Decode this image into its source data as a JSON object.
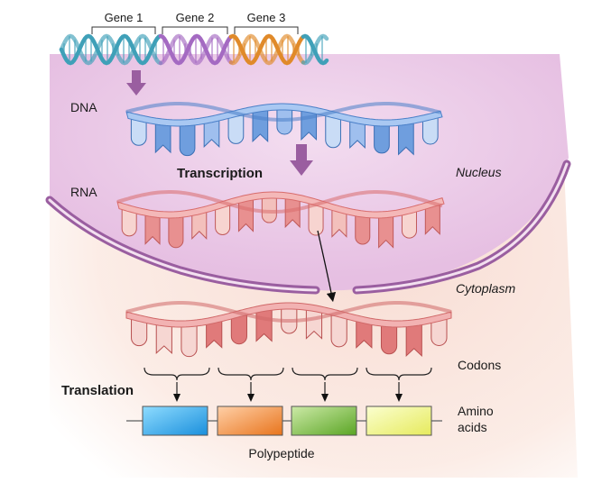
{
  "genes": [
    "Gene 1",
    "Gene 2",
    "Gene 3"
  ],
  "labels": {
    "dna": "DNA",
    "rna": "RNA",
    "transcription": "Transcription",
    "nucleus": "Nucleus",
    "cytoplasm": "Cytoplasm",
    "codons": "Codons",
    "translation": "Translation",
    "amino_acids_line1": "Amino",
    "amino_acids_line2": "acids",
    "polypeptide": "Polypeptide"
  },
  "colors": {
    "gene1": "#3fa0b8",
    "gene2": "#a46ac2",
    "gene3": "#e08a2a",
    "dna_strand": "#5a8fd6",
    "rna_strand": "#e07a7a",
    "membrane": "#9a5ea0",
    "arrow": "#9a5ea0",
    "amino_acid_blue": "#2aa8ea",
    "amino_acid_orange": "#ee9040",
    "amino_acid_green": "#7cbc3c",
    "amino_acid_yellow": "#eef07a"
  }
}
